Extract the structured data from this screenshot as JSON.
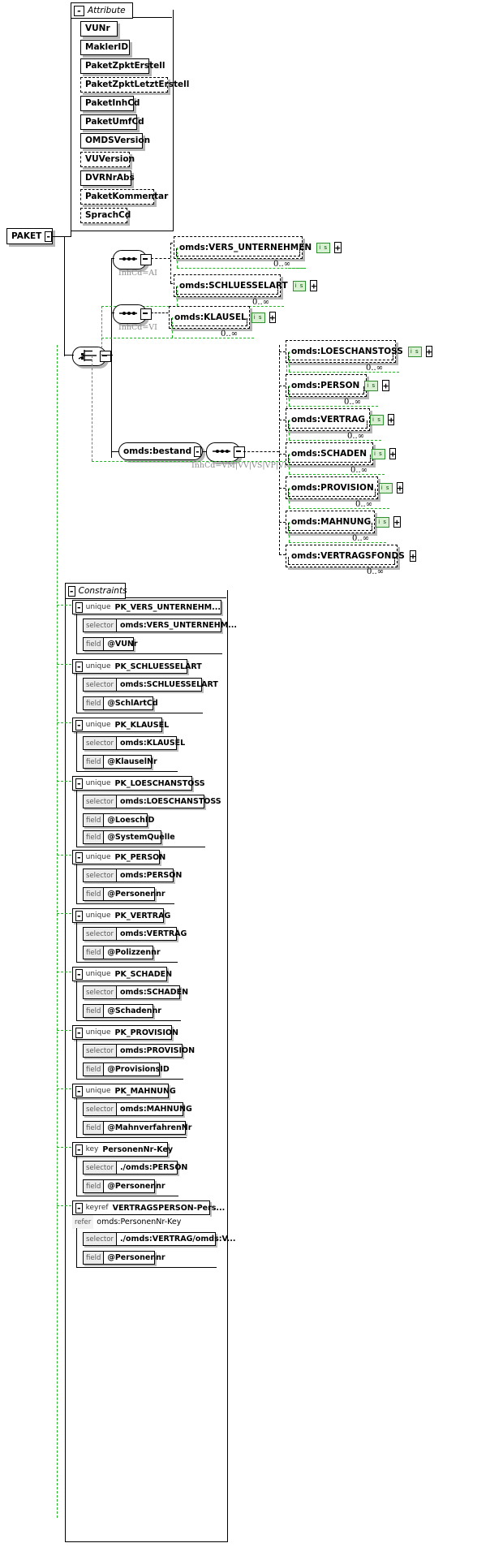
{
  "diagram": {
    "title": "PAKET",
    "root": {
      "label": "PAKET",
      "toggle": "-"
    },
    "attribute_group": {
      "label": "Attribute",
      "toggle": "-",
      "attributes": [
        {
          "name": "VUNr",
          "optional": false
        },
        {
          "name": "MaklerID",
          "optional": false
        },
        {
          "name": "PaketZpktErstell",
          "optional": false
        },
        {
          "name": "PaketZpktLetztErstell",
          "optional": true
        },
        {
          "name": "PaketInhCd",
          "optional": false
        },
        {
          "name": "PaketUmfCd",
          "optional": false
        },
        {
          "name": "OMDSVersion",
          "optional": false
        },
        {
          "name": "VUVersion",
          "optional": true
        },
        {
          "name": "DVRNrAbs",
          "optional": false
        },
        {
          "name": "PaketKommentar",
          "optional": true
        },
        {
          "name": "SprachCd",
          "optional": true
        }
      ]
    },
    "compositors": {
      "choice_label": "choice",
      "sequence_label": "sequence"
    },
    "branches": [
      {
        "compositor": "sequence",
        "annotation": "InhCd=AI",
        "elements": [
          {
            "name": "omds:VERS_UNTERNEHMEN",
            "badge": "i s",
            "expand": "+",
            "occurs": "0..∞"
          },
          {
            "name": "omds:SCHLUESSELART",
            "badge": "i s",
            "expand": "+",
            "occurs": "0..∞"
          }
        ]
      },
      {
        "compositor": "sequence",
        "annotation": "InhCd=VI",
        "elements": [
          {
            "name": "omds:KLAUSEL",
            "badge": "i s",
            "expand": "+",
            "occurs": "0..∞"
          }
        ]
      },
      {
        "compositor": "sequence",
        "wrapper": "omds:bestand",
        "wrapper_toggle": "-",
        "annotation": "InhCd=VM|VV|VS|VP|VK",
        "elements": [
          {
            "name": "omds:LOESCHANSTOSS",
            "badge": "i s",
            "expand": "+",
            "occurs": "0..∞"
          },
          {
            "name": "omds:PERSON",
            "badge": "i s",
            "expand": "+",
            "occurs": "0..∞"
          },
          {
            "name": "omds:VERTRAG",
            "badge": "i s",
            "expand": "+",
            "occurs": "0..∞"
          },
          {
            "name": "omds:SCHADEN",
            "badge": "i s",
            "expand": "+",
            "occurs": "0..∞"
          },
          {
            "name": "omds:PROVISION",
            "badge": "i s",
            "expand": "+",
            "occurs": "0..∞"
          },
          {
            "name": "omds:MAHNUNG",
            "badge": "i s",
            "expand": "+",
            "occurs": "0..∞"
          },
          {
            "name": "omds:VERTRAGSFONDS",
            "badge": "i s",
            "expand": "+",
            "occurs": "0..∞"
          }
        ]
      }
    ],
    "constraints": {
      "label": "Constraints",
      "toggle": "-",
      "items": [
        {
          "toggle": "-",
          "kind": "unique",
          "name": "PK_VERS_UNTERNEHM...",
          "rows": [
            {
              "label": "selector",
              "value": "omds:VERS_UNTERNEHM..."
            },
            {
              "label": "field",
              "value": "@VUNr"
            }
          ]
        },
        {
          "toggle": "-",
          "kind": "unique",
          "name": "PK_SCHLUESSELART",
          "rows": [
            {
              "label": "selector",
              "value": "omds:SCHLUESSELART"
            },
            {
              "label": "field",
              "value": "@SchlArtCd"
            }
          ]
        },
        {
          "toggle": "-",
          "kind": "unique",
          "name": "PK_KLAUSEL",
          "rows": [
            {
              "label": "selector",
              "value": "omds:KLAUSEL"
            },
            {
              "label": "field",
              "value": "@KlauselNr"
            }
          ]
        },
        {
          "toggle": "-",
          "kind": "unique",
          "name": "PK_LOESCHANSTOSS",
          "rows": [
            {
              "label": "selector",
              "value": "omds:LOESCHANSTOSS"
            },
            {
              "label": "field",
              "value": "@LoeschID"
            },
            {
              "label": "field",
              "value": "@SystemQuelle"
            }
          ]
        },
        {
          "toggle": "-",
          "kind": "unique",
          "name": "PK_PERSON",
          "rows": [
            {
              "label": "selector",
              "value": "omds:PERSON"
            },
            {
              "label": "field",
              "value": "@Personennr"
            }
          ]
        },
        {
          "toggle": "-",
          "kind": "unique",
          "name": "PK_VERTRAG",
          "rows": [
            {
              "label": "selector",
              "value": "omds:VERTRAG"
            },
            {
              "label": "field",
              "value": "@Polizzennr"
            }
          ]
        },
        {
          "toggle": "-",
          "kind": "unique",
          "name": "PK_SCHADEN",
          "rows": [
            {
              "label": "selector",
              "value": "omds:SCHADEN"
            },
            {
              "label": "field",
              "value": "@Schadennr"
            }
          ]
        },
        {
          "toggle": "-",
          "kind": "unique",
          "name": "PK_PROVISION",
          "rows": [
            {
              "label": "selector",
              "value": "omds:PROVISION"
            },
            {
              "label": "field",
              "value": "@ProvisionsID"
            }
          ]
        },
        {
          "toggle": "-",
          "kind": "unique",
          "name": "PK_MAHNUNG",
          "rows": [
            {
              "label": "selector",
              "value": "omds:MAHNUNG"
            },
            {
              "label": "field",
              "value": "@MahnverfahrenNr"
            }
          ]
        },
        {
          "toggle": "-",
          "kind": "key",
          "name": "PersonenNr-Key",
          "rows": [
            {
              "label": "selector",
              "value": "./omds:PERSON"
            },
            {
              "label": "field",
              "value": "@Personennr"
            }
          ]
        },
        {
          "toggle": "-",
          "kind": "keyref",
          "name": "VERTRAGSPERSON-Pers...",
          "refer": {
            "label": "refer",
            "value": "omds:PersonenNr-Key"
          },
          "rows": [
            {
              "label": "selector",
              "value": "./omds:VERTRAG/omds:V..."
            },
            {
              "label": "field",
              "value": "@Personennr"
            }
          ]
        }
      ]
    },
    "colors": {
      "green": "#22b422",
      "badge_bg": "#d9f0d3",
      "shadow": "#b5b5b5",
      "annotation": "#8c8c8c"
    }
  }
}
